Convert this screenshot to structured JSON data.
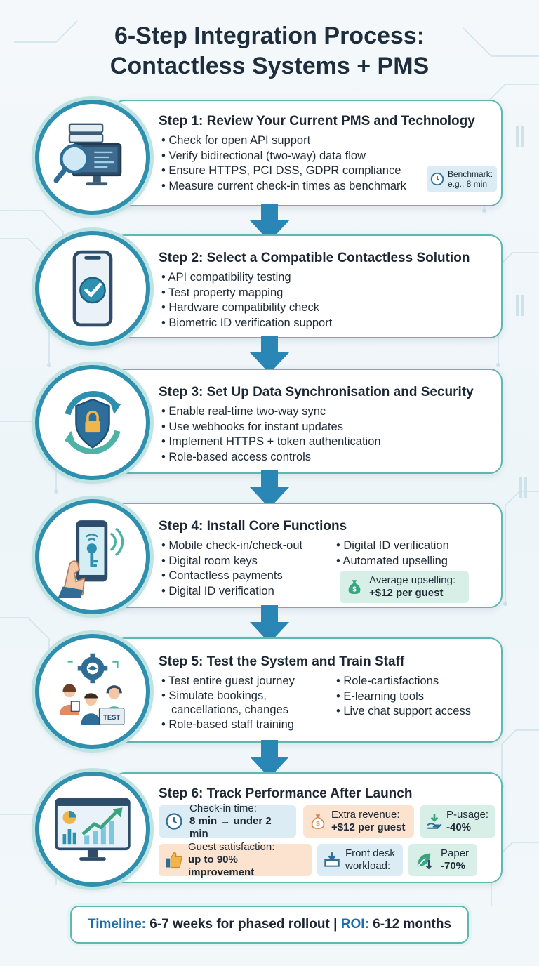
{
  "title": {
    "line1": "6-Step Integration Process:",
    "line2": "Contactless Systems + PMS"
  },
  "colors": {
    "accent_teal": "#5cb8b0",
    "accent_blue": "#2f8fae",
    "arrow": "#2a86b5",
    "chip_blue": "#dcecf4",
    "chip_orange": "#fbe3cf",
    "chip_green": "#d7efe6"
  },
  "steps": [
    {
      "title": "Step 1: Review Your Current PMS and Technology",
      "icon": "server-magnifier-icon",
      "bullets": [
        "Check for open API support",
        "Verify bidirectional (two-way) data flow",
        "Ensure HTTPS, PCI DSS, GDPR compliance",
        "Measure current check-in times as benchmark"
      ],
      "benchmark": {
        "icon": "clock-icon",
        "label": "Benchmark:",
        "value": "e.g., 8 min"
      }
    },
    {
      "title": "Step 2: Select a Compatible Contactless Solution",
      "icon": "smartphone-check-icon",
      "bullets": [
        "API compatibility testing",
        "Test property mapping",
        "Hardware compatibility check",
        "Biometric ID verification support"
      ]
    },
    {
      "title": "Step 3: Set Up Data Synchronisation and Security",
      "icon": "shield-sync-icon",
      "bullets": [
        "Enable real-time two-way sync",
        "Use webhooks for instant updates",
        "Implement HTTPS + token authentication",
        "Role-based access controls"
      ]
    },
    {
      "title": "Step 4: Install Core Functions",
      "icon": "phone-key-icon",
      "bullets_left": [
        "Mobile check-in/check-out",
        "Digital room keys",
        "Contactless payments",
        "Digital ID verification"
      ],
      "bullets_right": [
        "Digital ID verification",
        "Automated upselling"
      ],
      "upsell": {
        "icon": "money-bag-icon",
        "label": "Average upselling:",
        "value": "+$12 per guest"
      }
    },
    {
      "title": "Step 5: Test the System and Train Staff",
      "icon": "team-training-icon",
      "icon_text": "TEST",
      "bullets_left": [
        "Test entire guest journey",
        "Simulate bookings,",
        "cancellations, changes",
        "Role-based staff training"
      ],
      "bullets_right": [
        "Role-cartisfactions",
        "E-learning tools",
        "Live chat support access"
      ]
    },
    {
      "title": "Step 6: Track Performance After Launch",
      "icon": "dashboard-chart-icon",
      "metrics": [
        {
          "icon": "clock-icon",
          "label": "Check-in time:",
          "value": "8 min → under 2 min",
          "color": "blue"
        },
        {
          "icon": "money-bag-icon",
          "label": "Extra revenue:",
          "value": "+$12 per guest",
          "color": "orange"
        },
        {
          "icon": "hand-down-icon",
          "label": "P-usage:",
          "value": "-40%",
          "color": "green"
        },
        {
          "icon": "thumbs-up-icon",
          "label": "Guest satisfaction:",
          "value": "up to 90% improvement",
          "color": "orange"
        },
        {
          "icon": "desk-down-icon",
          "label": "Front desk",
          "value": "workload:",
          "color": "blue"
        },
        {
          "icon": "leaf-down-icon",
          "label": "Paper",
          "value": "-70%",
          "color": "green"
        }
      ]
    }
  ],
  "footer": {
    "timeline_label": "Timeline:",
    "timeline_value": "6-7 weeks for phased rollout",
    "separator": "|",
    "roi_label": "ROI:",
    "roi_value": "6-12 months"
  }
}
